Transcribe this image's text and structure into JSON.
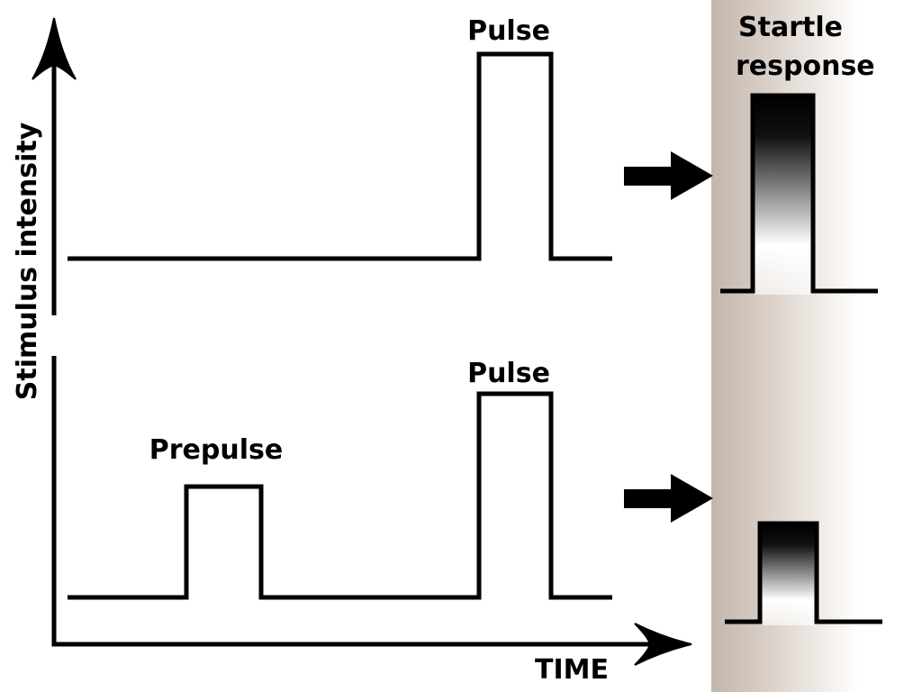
{
  "labels": {
    "y_axis": "Stimulus intensity",
    "x_axis": "TIME",
    "pulse_top": "Pulse",
    "pulse_bottom": "Pulse",
    "prepulse": "Prepulse",
    "response_line1": "Startle",
    "response_line2": "response"
  },
  "colors": {
    "panel": "#c3b6ab",
    "ink": "#000000"
  }
}
